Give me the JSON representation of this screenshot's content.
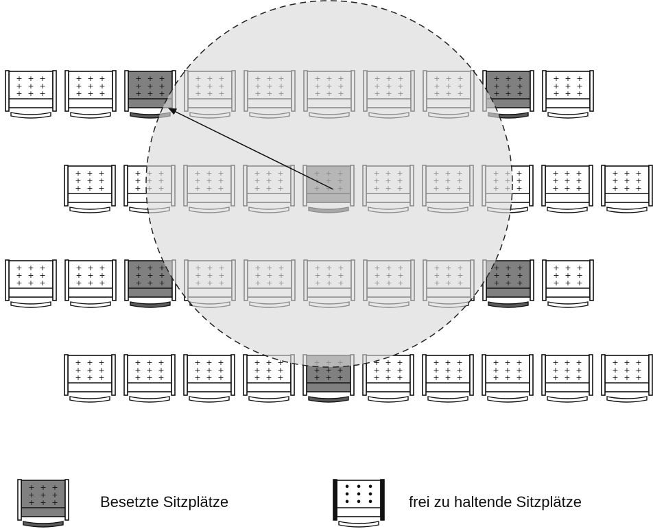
{
  "colors": {
    "occupied_fill": "#808080",
    "occupied_dark": "#5a5a5a",
    "free_fill": "#ffffff",
    "stroke": "#111111",
    "zone_fill": "#d9d9d9",
    "zone_stroke": "#222222"
  },
  "rows": [
    {
      "seats": [
        "free",
        "free",
        "occupied",
        "free",
        "free",
        "free",
        "free",
        "free",
        "occupied",
        "free"
      ]
    },
    {
      "seats": [
        "free",
        "free",
        "free",
        "free",
        "occupied",
        "free",
        "free",
        "free",
        "free",
        "free"
      ]
    },
    {
      "seats": [
        "free",
        "free",
        "occupied",
        "free",
        "free",
        "free",
        "free",
        "free",
        "occupied",
        "free"
      ]
    },
    {
      "seats": [
        "free",
        "free",
        "free",
        "free",
        "occupied",
        "free",
        "free",
        "free",
        "free",
        "free"
      ]
    }
  ],
  "distance_zone": {
    "shape": "dashed-circle",
    "arrow": "from center seat to occupied seat"
  },
  "legend": {
    "occupied_label": "Besetzte Sitzplätze",
    "free_label": "frei zu haltende Sitzplätze"
  }
}
